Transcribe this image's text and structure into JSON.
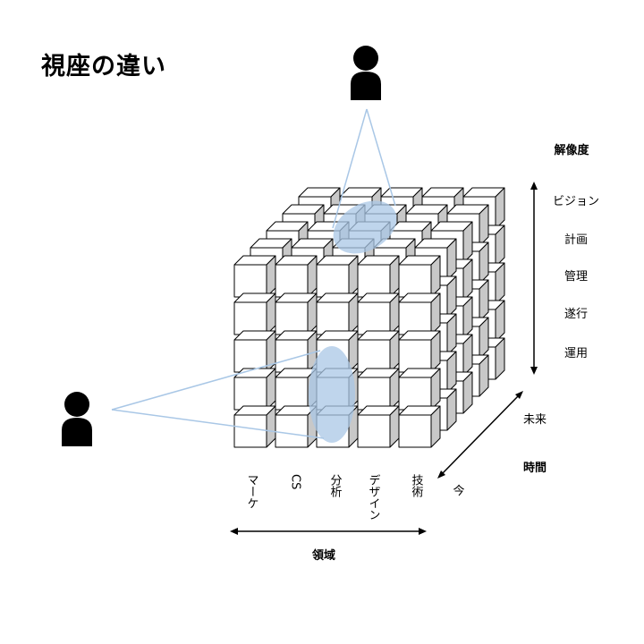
{
  "title": "視座の違い",
  "resolution_axis": {
    "label": "解像度",
    "levels": [
      "ビジョン",
      "計画",
      "管理",
      "遂行",
      "運用"
    ]
  },
  "time_axis": {
    "label": "時間",
    "future": "未来",
    "now": "今"
  },
  "domain_axis": {
    "label": "領域",
    "columns": [
      "マーケ",
      "CS",
      "分析",
      "デザイン",
      "技術"
    ]
  },
  "colors": {
    "cube_front": "#ffffff",
    "cube_top": "#ffffff",
    "cube_side": "#c8c8c8",
    "edge": "#000000",
    "view_line": "#a9c7e6",
    "highlight": "#a9c7e6",
    "person": "#000000"
  },
  "icons": {
    "top_viewer": "person-icon",
    "side_viewer": "person-icon"
  }
}
